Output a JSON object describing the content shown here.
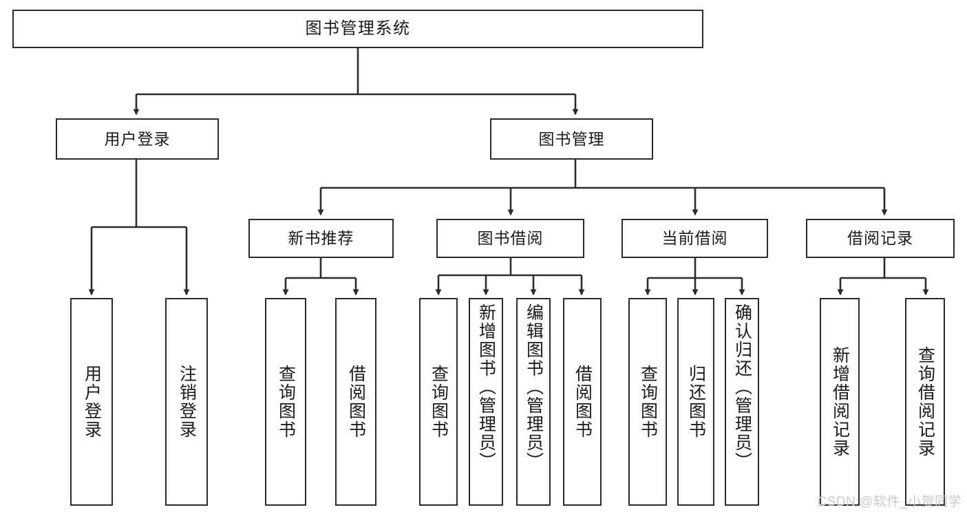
{
  "diagram": {
    "type": "tree",
    "title": "图书管理系统",
    "background": "#ffffff",
    "stroke_color": "#2b2b2b",
    "text_color": "#1a1a1a",
    "root": {
      "id": "root",
      "label": "图书管理系统"
    },
    "level1": [
      {
        "id": "user-login",
        "label": "用户登录"
      },
      {
        "id": "book-manage",
        "label": "图书管理"
      }
    ],
    "level2": [
      {
        "id": "new-book-rec",
        "label": "新书推荐",
        "parent": "book-manage"
      },
      {
        "id": "book-borrow",
        "label": "图书借阅",
        "parent": "book-manage"
      },
      {
        "id": "current-borrow",
        "label": "当前借阅",
        "parent": "book-manage"
      },
      {
        "id": "borrow-record",
        "label": "借阅记录",
        "parent": "book-manage"
      }
    ],
    "leaves": {
      "user-login": [
        {
          "id": "leaf-user-login",
          "label": "用户登录"
        },
        {
          "id": "leaf-logout",
          "label": "注销登录"
        }
      ],
      "new-book-rec": [
        {
          "id": "leaf-query-book-1",
          "label": "查询图书"
        },
        {
          "id": "leaf-borrow-book-1",
          "label": "借阅图书"
        }
      ],
      "book-borrow": [
        {
          "id": "leaf-query-book-2",
          "label": "查询图书"
        },
        {
          "id": "leaf-add-book",
          "label": "新增图书（管理员）"
        },
        {
          "id": "leaf-edit-book",
          "label": "编辑图书（管理员）"
        },
        {
          "id": "leaf-borrow-book-2",
          "label": "借阅图书"
        }
      ],
      "current-borrow": [
        {
          "id": "leaf-query-book-3",
          "label": "查询图书"
        },
        {
          "id": "leaf-return-book",
          "label": "归还图书"
        },
        {
          "id": "leaf-confirm-return",
          "label": "确认归还（管理员）"
        }
      ],
      "borrow-record": [
        {
          "id": "leaf-add-record",
          "label": "新增借阅记录"
        },
        {
          "id": "leaf-query-record",
          "label": "查询借阅记录"
        }
      ]
    }
  },
  "watermark": {
    "text": "CSDN @软件_小贺同学"
  }
}
